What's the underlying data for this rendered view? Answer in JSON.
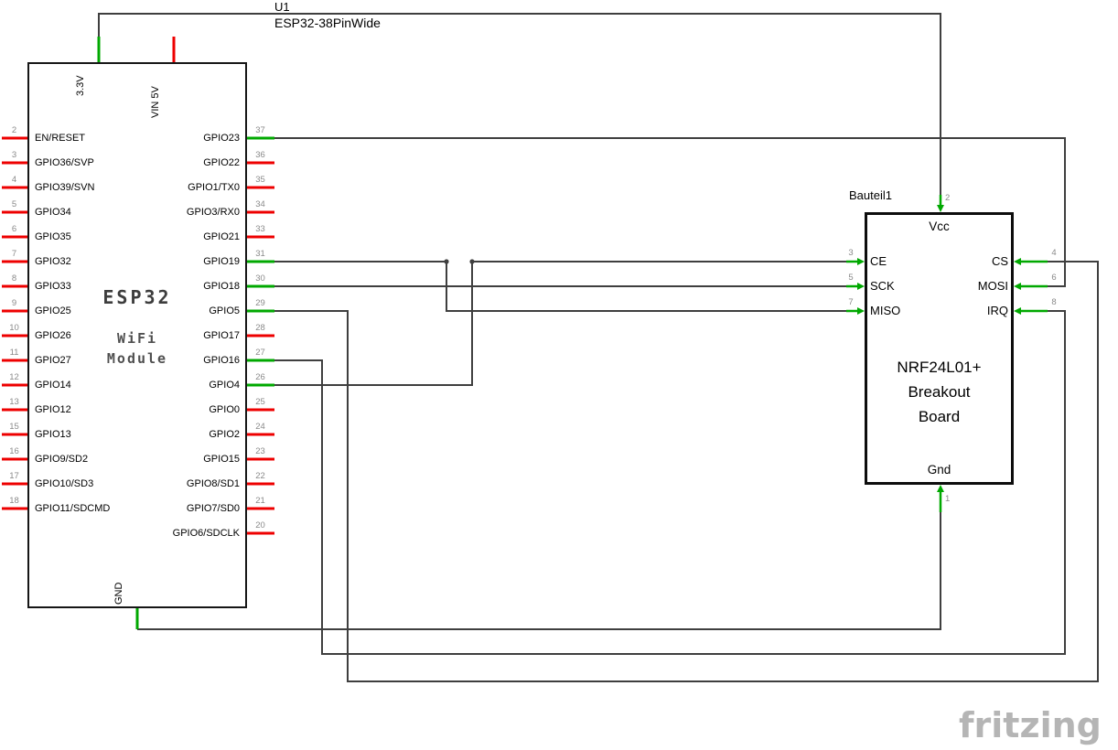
{
  "esp32": {
    "ref": "U1",
    "part": "ESP32-38PinWide",
    "name_lines": [
      "ESP32",
      "WiFi",
      "Module"
    ],
    "top_pins": [
      {
        "label": "3.3V",
        "connected": true
      },
      {
        "label": "VIN 5V",
        "connected": false
      }
    ],
    "bottom_pins": [
      {
        "label": "GND",
        "connected": true
      }
    ],
    "left_pins": [
      {
        "num": "2",
        "label": "EN/RESET",
        "connected": false
      },
      {
        "num": "3",
        "label": "GPIO36/SVP",
        "connected": false
      },
      {
        "num": "4",
        "label": "GPIO39/SVN",
        "connected": false
      },
      {
        "num": "5",
        "label": "GPIO34",
        "connected": false
      },
      {
        "num": "6",
        "label": "GPIO35",
        "connected": false
      },
      {
        "num": "7",
        "label": "GPIO32",
        "connected": false
      },
      {
        "num": "8",
        "label": "GPIO33",
        "connected": false
      },
      {
        "num": "9",
        "label": "GPIO25",
        "connected": false
      },
      {
        "num": "10",
        "label": "GPIO26",
        "connected": false
      },
      {
        "num": "11",
        "label": "GPIO27",
        "connected": false
      },
      {
        "num": "12",
        "label": "GPIO14",
        "connected": false
      },
      {
        "num": "13",
        "label": "GPIO12",
        "connected": false
      },
      {
        "num": "15",
        "label": "GPIO13",
        "connected": false
      },
      {
        "num": "16",
        "label": "GPIO9/SD2",
        "connected": false
      },
      {
        "num": "17",
        "label": "GPIO10/SD3",
        "connected": false
      },
      {
        "num": "18",
        "label": "GPIO11/SDCMD",
        "connected": false
      }
    ],
    "right_pins": [
      {
        "num": "37",
        "label": "GPIO23",
        "connected": true
      },
      {
        "num": "36",
        "label": "GPIO22",
        "connected": false
      },
      {
        "num": "35",
        "label": "GPIO1/TX0",
        "connected": false
      },
      {
        "num": "34",
        "label": "GPIO3/RX0",
        "connected": false
      },
      {
        "num": "33",
        "label": "GPIO21",
        "connected": false
      },
      {
        "num": "31",
        "label": "GPIO19",
        "connected": true
      },
      {
        "num": "30",
        "label": "GPIO18",
        "connected": true
      },
      {
        "num": "29",
        "label": "GPIO5",
        "connected": true
      },
      {
        "num": "28",
        "label": "GPIO17",
        "connected": false
      },
      {
        "num": "27",
        "label": "GPIO16",
        "connected": true
      },
      {
        "num": "26",
        "label": "GPIO4",
        "connected": true
      },
      {
        "num": "25",
        "label": "GPIO0",
        "connected": false
      },
      {
        "num": "24",
        "label": "GPIO2",
        "connected": false
      },
      {
        "num": "23",
        "label": "GPIO15",
        "connected": false
      },
      {
        "num": "22",
        "label": "GPIO8/SD1",
        "connected": false
      },
      {
        "num": "21",
        "label": "GPIO7/SD0",
        "connected": false
      },
      {
        "num": "20",
        "label": "GPIO6/SDCLK",
        "connected": false
      }
    ]
  },
  "nrf": {
    "ref": "Bauteil1",
    "name_lines": [
      "NRF24L01+",
      "Breakout",
      "Board"
    ],
    "top_pin": {
      "num": "2",
      "label": "Vcc"
    },
    "bottom_pin": {
      "num": "1",
      "label": "Gnd"
    },
    "left_pins": [
      {
        "num": "3",
        "label": "CE"
      },
      {
        "num": "5",
        "label": "SCK"
      },
      {
        "num": "7",
        "label": "MISO"
      }
    ],
    "right_pins": [
      {
        "num": "4",
        "label": "CS"
      },
      {
        "num": "6",
        "label": "MOSI"
      },
      {
        "num": "8",
        "label": "IRQ"
      }
    ]
  },
  "nets": [
    {
      "id": "net-3v3",
      "from": "ESP32 3.3V",
      "to": "NRF24 Vcc (pin 2)"
    },
    {
      "id": "net-gnd",
      "from": "ESP32 GND",
      "to": "NRF24 Gnd (pin 1)"
    },
    {
      "id": "net-mosi",
      "from": "ESP32 GPIO23 (pin 37)",
      "to": "NRF24 MOSI (pin 6)"
    },
    {
      "id": "net-miso",
      "from": "ESP32 GPIO19 (pin 31)",
      "to": "NRF24 MISO (pin 7)"
    },
    {
      "id": "net-sck",
      "from": "ESP32 GPIO18 (pin 30)",
      "to": "NRF24 SCK (pin 5)"
    },
    {
      "id": "net-cs",
      "from": "ESP32 GPIO5 (pin 29)",
      "to": "NRF24 CS (pin 4)"
    },
    {
      "id": "net-ce",
      "from": "ESP32 GPIO4 (pin 26)",
      "to": "NRF24 CE (pin 3)"
    },
    {
      "id": "net-irq",
      "from": "ESP32 GPIO16 (pin 27)",
      "to": "NRF24 IRQ (pin 8)"
    }
  ],
  "watermark": "fritzing",
  "colors": {
    "background": "#ffffff",
    "wire": "#3f3f3f",
    "pin_connected": "#00a800",
    "pin_unconnected": "#ee0000",
    "pin_number_text": "#8a8a8a",
    "esp_title_text": "#3d3d3d",
    "esp_subtitle_text": "#505050",
    "watermark_text": "#b5b5b5"
  }
}
